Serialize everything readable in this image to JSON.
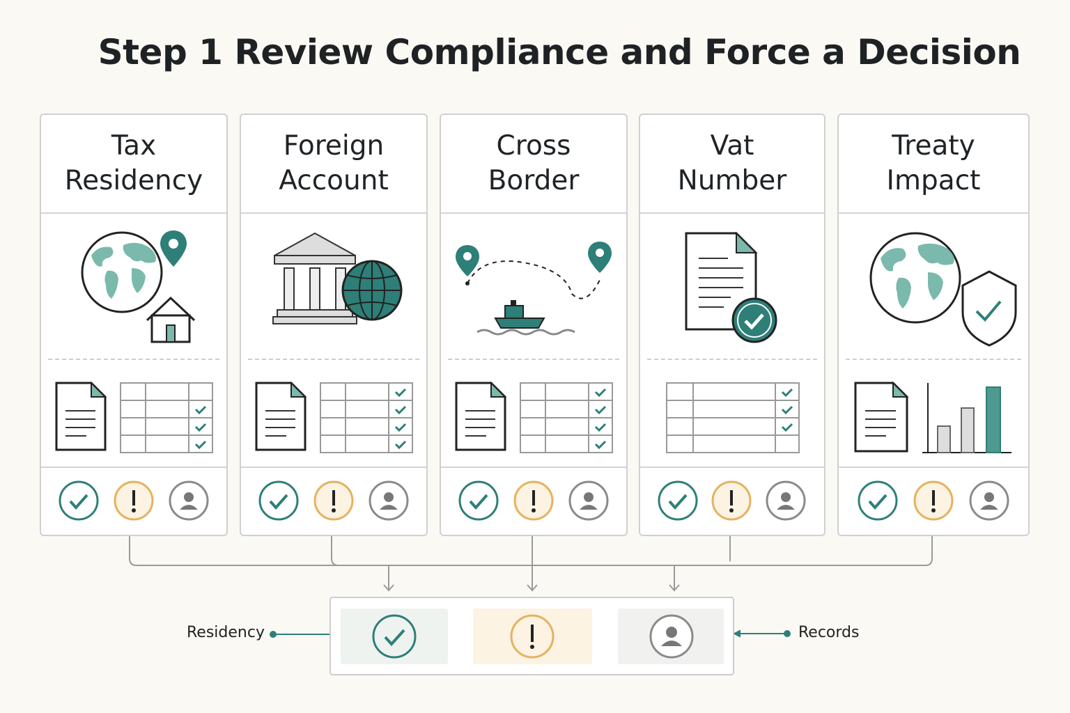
{
  "title": "Step 1 Review Compliance and Force a Decision",
  "colors": {
    "teal": "#2e7f78",
    "teal_light": "#7ab9ac",
    "amber": "#e5b25f",
    "amber_bg": "#fcf3e3",
    "gray": "#8a8a8a",
    "gray_bg": "#f1f1ef",
    "teal_bg": "#eef3f0"
  },
  "cards": [
    {
      "title": "Tax\nResidency",
      "art_icon": "globe-home-pin-icon",
      "docs": [
        "document-icon",
        "checklist-table-icon"
      ]
    },
    {
      "title": "Foreign\nAccount",
      "art_icon": "bank-globe-icon",
      "docs": [
        "document-icon",
        "checklist-table-icon"
      ]
    },
    {
      "title": "Cross\nBorder",
      "art_icon": "ship-route-icon",
      "docs": [
        "document-icon",
        "checklist-table-icon"
      ]
    },
    {
      "title": "Vat\nNumber",
      "art_icon": "verified-document-icon",
      "docs": [
        "checklist-table-icon"
      ]
    },
    {
      "title": "Treaty\nImpact",
      "art_icon": "globe-shield-icon",
      "docs": [
        "document-icon",
        "bar-chart-icon"
      ]
    }
  ],
  "status_icons": [
    "check-circle-icon",
    "warning-circle-icon",
    "user-circle-icon"
  ],
  "summary": {
    "left_label": "Residency",
    "right_label": "Records",
    "slots": [
      "check-circle-icon",
      "warning-circle-icon",
      "user-circle-icon"
    ]
  }
}
